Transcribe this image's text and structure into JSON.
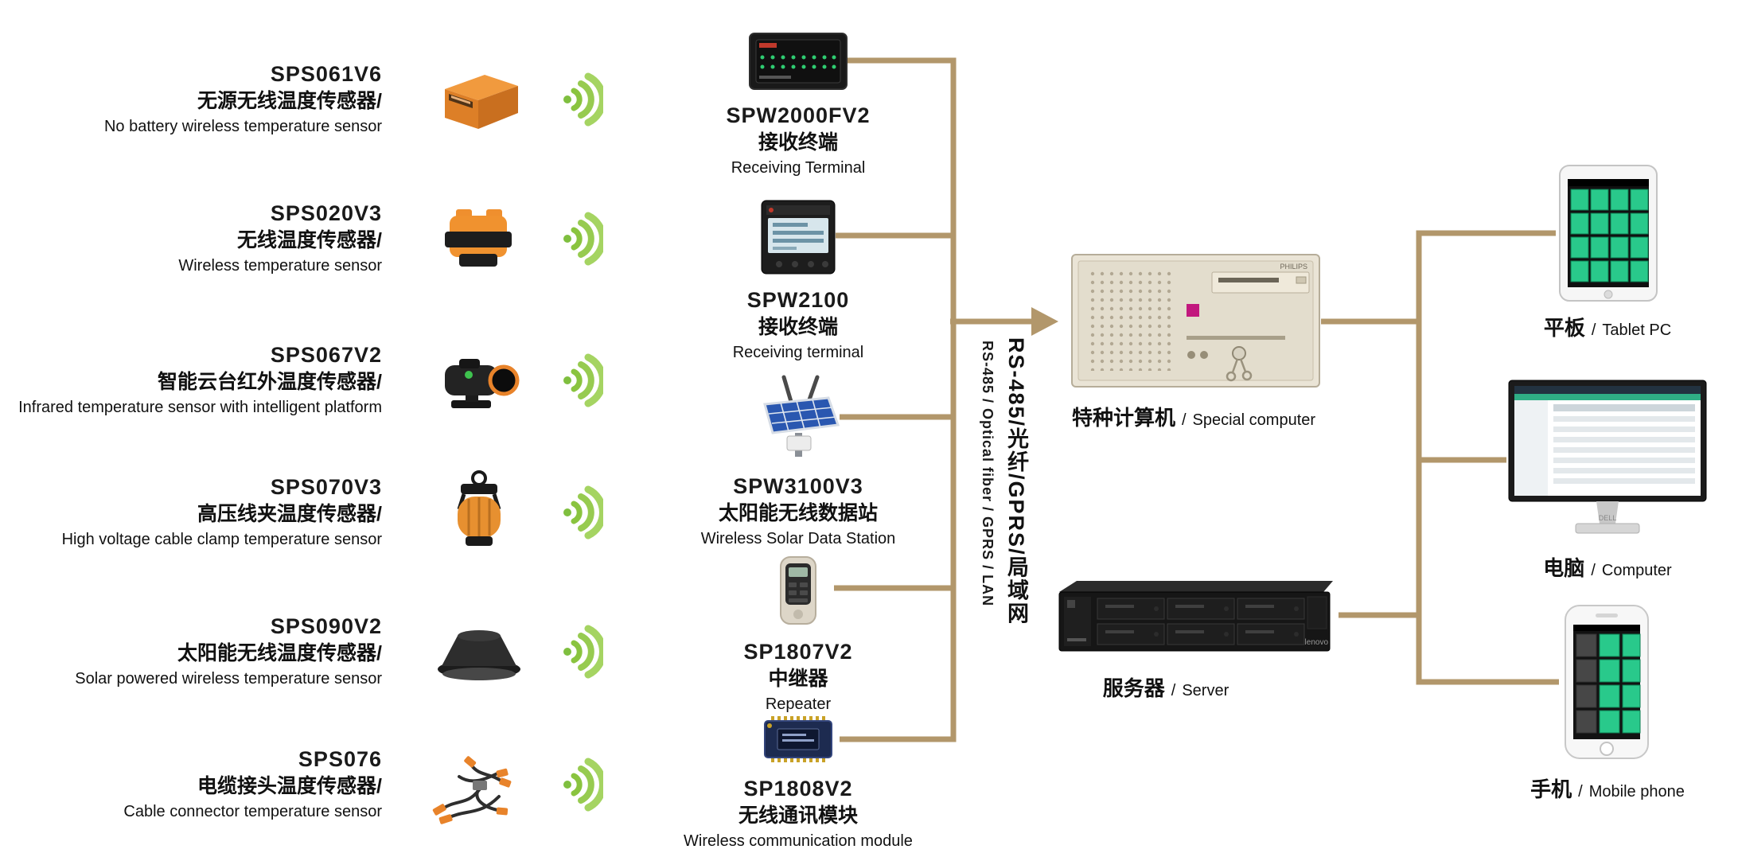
{
  "colors": {
    "connector": "#b2976b",
    "signal_green": "#8dc63f",
    "accent_orange": "#ef8f2e"
  },
  "sep": "/",
  "left_sensors": [
    {
      "model": "SPS061V6",
      "cn": "无源无线温度传感器/",
      "en": "No battery wireless temperature sensor",
      "icon": "orange-box-sensor"
    },
    {
      "model": "SPS020V3",
      "cn": "无线温度传感器/",
      "en": "Wireless temperature sensor",
      "icon": "clamp-sensor"
    },
    {
      "model": "SPS067V2",
      "cn": "智能云台红外温度传感器/",
      "en": "Infrared temperature sensor with intelligent platform",
      "icon": "infrared-platform-sensor"
    },
    {
      "model": "SPS070V3",
      "cn": "高压线夹温度传感器/",
      "en": "High voltage cable clamp temperature sensor",
      "icon": "cable-clamp-sensor"
    },
    {
      "model": "SPS090V2",
      "cn": "太阳能无线温度传感器/",
      "en": "Solar powered wireless temperature sensor",
      "icon": "solar-dome-sensor"
    },
    {
      "model": "SPS076",
      "cn": "电缆接头温度传感器/",
      "en": "Cable connector temperature sensor",
      "icon": "cable-connector-sensor"
    }
  ],
  "middle_devices": [
    {
      "model": "SPW2000FV2",
      "cn": "接收终端",
      "en": "Receiving Terminal",
      "icon": "receiver-panel"
    },
    {
      "model": "SPW2100",
      "cn": "接收终端",
      "en": "Receiving terminal",
      "icon": "panel-meter"
    },
    {
      "model": "SPW3100V3",
      "cn": "太阳能无线数据站",
      "en": "Wireless Solar Data Station",
      "icon": "solar-data-station"
    },
    {
      "model": "SP1807V2",
      "cn": "中继器",
      "en": "Repeater",
      "icon": "handheld-repeater"
    },
    {
      "model": "SP1808V2",
      "cn": "无线通讯模块",
      "en": "Wireless communication module",
      "icon": "pcb-module"
    }
  ],
  "bus_label": {
    "en": "RS-485 / Optical fiber / GPRS / LAN",
    "cn": "RS-485/光纤/GPRS/局域网"
  },
  "hosts": {
    "computer": {
      "cn": "特种计算机",
      "en": "Special computer"
    },
    "server": {
      "cn": "服务器",
      "en": "Server"
    }
  },
  "clients": [
    {
      "cn": "平板",
      "en": "Tablet PC",
      "icon": "tablet"
    },
    {
      "cn": "电脑",
      "en": "Computer",
      "icon": "desktop-monitor"
    },
    {
      "cn": "手机",
      "en": "Mobile phone",
      "icon": "smartphone"
    }
  ],
  "brands": {
    "computer": "PHILIPS",
    "server": "lenovo",
    "monitor": "DELL"
  }
}
